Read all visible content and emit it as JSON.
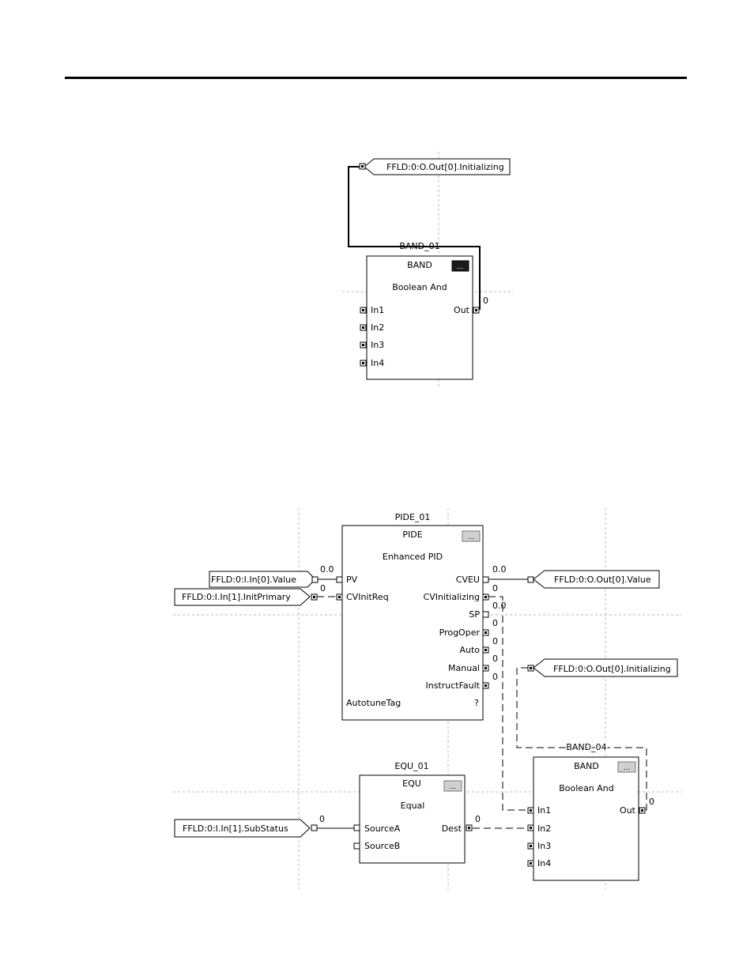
{
  "diagram1": {
    "block": {
      "tag": "BAND_01",
      "type": "BAND",
      "desc": "Boolean And",
      "btn": "...",
      "inputs": [
        "In1",
        "In2",
        "In3",
        "In4"
      ],
      "output": "Out",
      "out_value": "0"
    },
    "output_ref": "FFLD:0:O.Out[0].Initializing"
  },
  "diagram2": {
    "pide": {
      "tag": "PIDE_01",
      "type": "PIDE",
      "desc": "Enhanced PID",
      "btn": "...",
      "inputs": [
        "PV",
        "CVInitReq"
      ],
      "input_values": [
        "0.0",
        "0"
      ],
      "outputs": [
        "CVEU",
        "CVInitializing",
        "SP",
        "ProgOper",
        "Auto",
        "Manual",
        "InstructFault"
      ],
      "output_values": [
        "0.0",
        "0",
        "0.0",
        "0",
        "0",
        "0",
        "0"
      ],
      "autotune_label": "AutotuneTag",
      "autotune_value": "?"
    },
    "equ": {
      "tag": "EQU_01",
      "type": "EQU",
      "desc": "Equal",
      "btn": "...",
      "inputs": [
        "SourceA",
        "SourceB"
      ],
      "input_value": "0",
      "output": "Dest",
      "out_value": "0"
    },
    "band": {
      "tag": "BAND_04",
      "type": "BAND",
      "desc": "Boolean And",
      "btn": "...",
      "inputs": [
        "In1",
        "In2",
        "In3",
        "In4"
      ],
      "output": "Out",
      "out_value": "0"
    },
    "refs": {
      "in_pv": "FFLD:0:I.In[0].Value",
      "in_initprimary": "FFLD:0:I.In[1].InitPrimary",
      "in_substatus": "FFLD:0:I.In[1].SubStatus",
      "out_value": "FFLD:0:O.Out[0].Value",
      "out_init": "FFLD:0:O.Out[0].Initializing"
    }
  }
}
